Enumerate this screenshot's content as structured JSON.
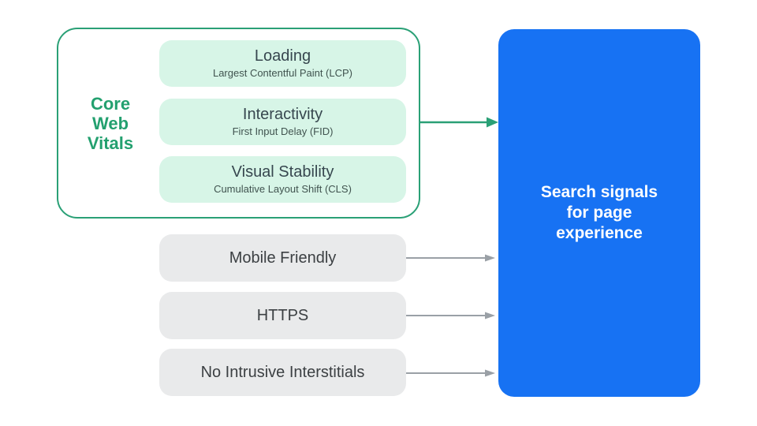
{
  "colors": {
    "accent_green": "#23a06f",
    "green_border": "#2aa076",
    "mint_fill": "#d7f5e7",
    "blue_fill": "#1772f3",
    "gray_fill": "#e9eaeb",
    "dark_text": "#37474f",
    "gray_label_text": "#3c4043",
    "arrow_gray": "#9aa0a6",
    "white_text": "#ffffff"
  },
  "core_web_vitals": {
    "label": "Core Web Vitals",
    "items": [
      {
        "title": "Loading",
        "subtitle": "Largest Contentful Paint (LCP)"
      },
      {
        "title": "Interactivity",
        "subtitle": "First Input Delay (FID)"
      },
      {
        "title": "Visual Stability",
        "subtitle": "Cumulative Layout Shift (CLS)"
      }
    ]
  },
  "other_signals": [
    {
      "label": "Mobile Friendly"
    },
    {
      "label": "HTTPS"
    },
    {
      "label": "No Intrusive Interstitials"
    }
  ],
  "result": {
    "label": "Search signals for page experience"
  }
}
